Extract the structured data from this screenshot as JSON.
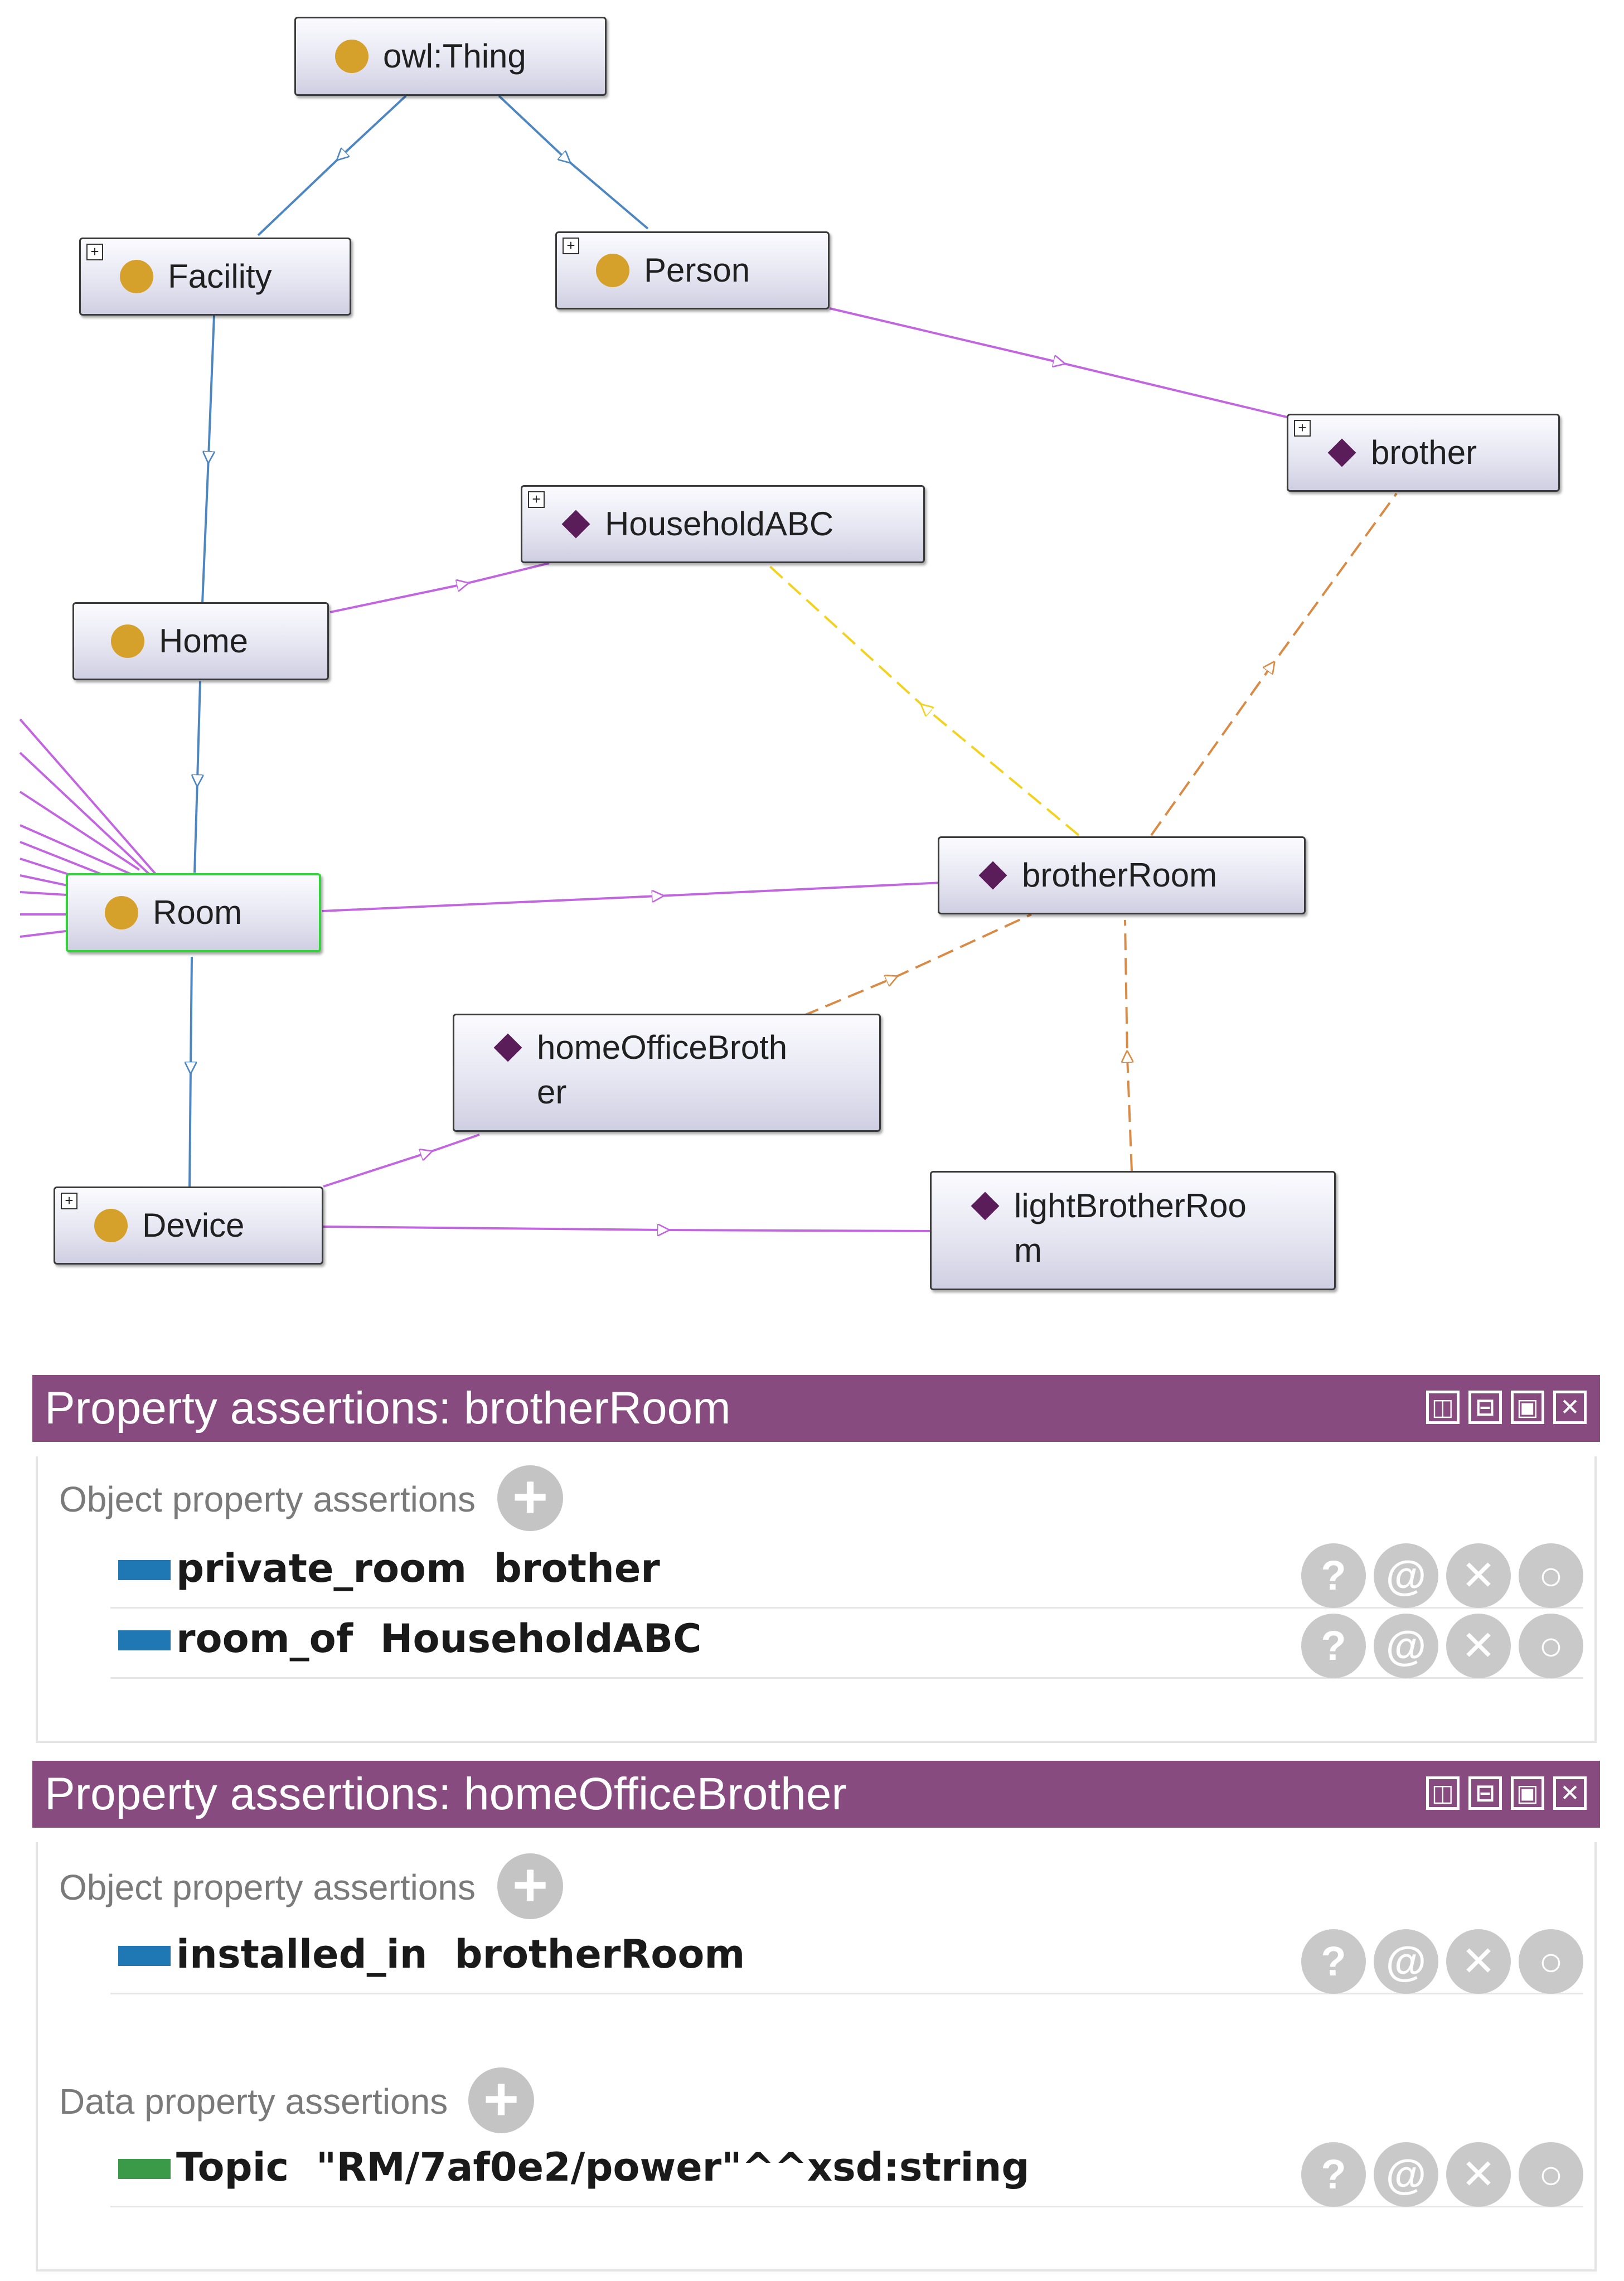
{
  "graph": {
    "nodes": {
      "owl_thing": {
        "label": "owl:Thing",
        "kind": "class",
        "expandable": false
      },
      "facility": {
        "label": "Facility",
        "kind": "class",
        "expandable": true
      },
      "person": {
        "label": "Person",
        "kind": "class",
        "expandable": true
      },
      "brother": {
        "label": "brother",
        "kind": "individual",
        "expandable": true
      },
      "household": {
        "label": "HouseholdABC",
        "kind": "individual",
        "expandable": true
      },
      "home": {
        "label": "Home",
        "kind": "class",
        "expandable": false
      },
      "room": {
        "label": "Room",
        "kind": "class",
        "expandable": false,
        "selected": true
      },
      "brother_room": {
        "label": "brotherRoom",
        "kind": "individual",
        "expandable": false
      },
      "home_office": {
        "label": "homeOfficeBroth\ner",
        "kind": "individual",
        "expandable": false
      },
      "light_brother": {
        "label": "lightBrotherRoo\nm",
        "kind": "individual",
        "expandable": false
      },
      "device": {
        "label": "Device",
        "kind": "class",
        "expandable": true
      }
    },
    "colors": {
      "subclass_edge": "#4d86c0",
      "instance_edge": "#c265e0",
      "property_edge_yellow": "#f2d21c",
      "property_edge_orange": "#d98a44",
      "class_dot": "#d6a12a",
      "individual_diamond": "#5b1d5a",
      "selected_border": "#34d23a"
    }
  },
  "panels": [
    {
      "title": "Property assertions: brotherRoom",
      "sections": [
        {
          "label": "Object property assertions",
          "rows": [
            {
              "text": "private_room  brother",
              "color": "#1f77b4"
            },
            {
              "text": "room_of  HouseholdABC",
              "color": "#1f77b4"
            }
          ]
        }
      ]
    },
    {
      "title": "Property assertions: homeOfficeBrother",
      "sections": [
        {
          "label": "Object property assertions",
          "rows": [
            {
              "text": "installed_in  brotherRoom",
              "color": "#1f77b4"
            }
          ]
        },
        {
          "label": "Data property assertions",
          "rows": [
            {
              "text": "Topic  \"RM/7af0e2/power\"^^xsd:string",
              "color": "#3a9a47"
            }
          ]
        }
      ]
    }
  ],
  "row_actions": {
    "explain": "?",
    "annotate": "@",
    "delete": "✕",
    "describe": "○"
  },
  "panel_controls": {
    "split_v": "◫",
    "split_h": "⊟",
    "maximize": "▣",
    "close": "✕"
  },
  "add_symbol": "+"
}
